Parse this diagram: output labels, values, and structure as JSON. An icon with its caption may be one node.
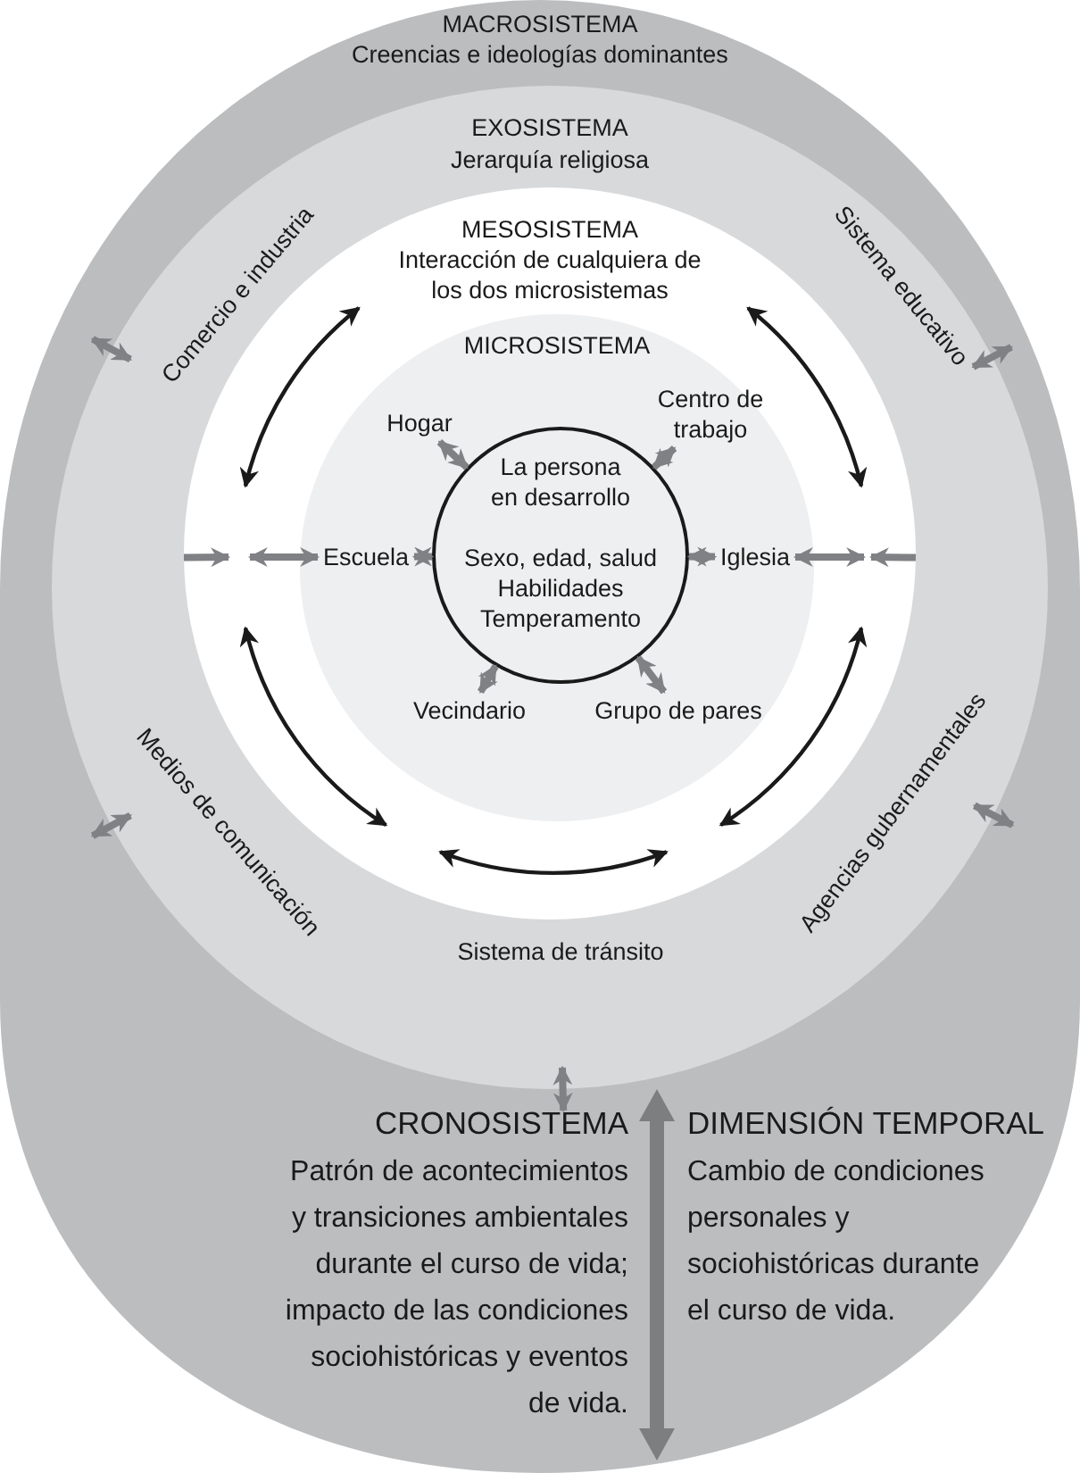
{
  "diagram": {
    "nodes": [
      {
        "text": [
          "MACROSISTEMA",
          "Creencias e ideologías dominantes"
        ]
      },
      {
        "text": [
          "EXOSISTEMA",
          "Jerarquía religiosa"
        ],
        "in": 0
      },
      {
        "text": [
          "MESOSISTEMA",
          "Interacción de cualquiera de los dos microsistemas"
        ],
        "in": 1
      },
      {
        "text": [
          "MICROSISTEMA"
        ],
        "in": 2
      },
      {
        "text": [
          "La persona en desarrollo",
          "Sexo, edad, salud Habilidades Temperamento"
        ],
        "in": 3
      },
      {
        "text": [
          "Hogar"
        ],
        "in": 3
      },
      {
        "text": [
          "Centro de trabajo"
        ],
        "in": 3
      },
      {
        "text": [
          "Escuela"
        ],
        "in": 3
      },
      {
        "text": [
          "Iglesia"
        ],
        "in": 3
      },
      {
        "text": [
          "Vecindario"
        ],
        "in": 3
      },
      {
        "text": [
          "Grupo de pares"
        ],
        "in": 3
      }
    ],
    "edges": [
      {
        "from": 5,
        "to": 4,
        "arrow": "both"
      },
      {
        "from": 6,
        "to": 4,
        "arrow": "both"
      },
      {
        "from": 7,
        "to": 4,
        "arrow": "both"
      },
      {
        "from": 8,
        "to": 4,
        "arrow": "both"
      },
      {
        "from": 9,
        "to": 4,
        "arrow": "both"
      },
      {
        "from": 10,
        "to": 4,
        "arrow": "both"
      },
      {
        "from": null,
        "to": 7,
        "arrow": "both"
      },
      {
        "from": 8,
        "to": null,
        "arrow": "both"
      },
      {
        "from": 2,
        "to": null,
        "arrow": "to"
      },
      {
        "from": 2,
        "to": null,
        "arrow": "to"
      }
    ],
    "labels": [
      "Comercio e industria",
      "Sistema educativo",
      "Medios de comunicación",
      "Agencias gubernamentales",
      "Sistema de tránsito",
      "CRONOSISTEMA",
      "Patrón de acontecimientos y transiciones ambientales durante el curso de vida; impacto de las condiciones sociohistóricas y eventos de vida.",
      "DIMENSIÓN TEMPORAL",
      "Cambio de condiciones personales y sociohistóricas durante el curso de vida."
    ]
  }
}
